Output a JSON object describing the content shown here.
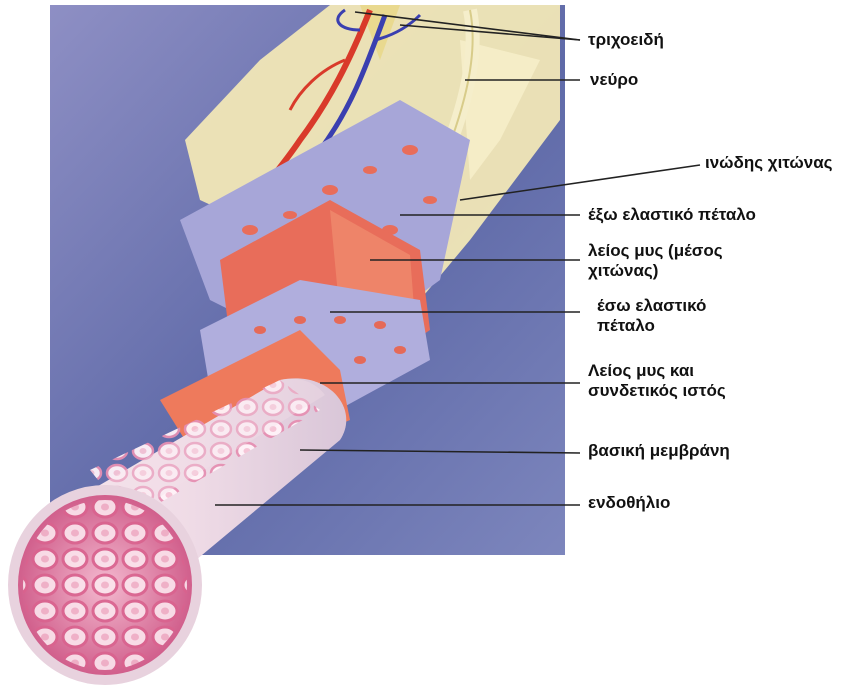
{
  "labels": {
    "capillaries": "τριχοειδή",
    "nerve": "νεύρο",
    "tunica_fibrosa": "ινώδης χιτώνας",
    "external_elastic_lamina": "έξω ελαστικό πέταλο",
    "smooth_muscle_media_1": "λείος μυς (μέσος",
    "smooth_muscle_media_2": "χιτώνας)",
    "internal_elastic_lamina_1": "έσω ελαστικό",
    "internal_elastic_lamina_2": "πέταλο",
    "smooth_muscle_connective_1": "Λείος μυς και",
    "smooth_muscle_connective_2": "συνδετικός ιστός",
    "basement_membrane": "βασική μεμβράνη",
    "endothelium": "ενδοθήλιο"
  },
  "colors": {
    "background_panel": "#6f78b0",
    "outer_tissue": "#f3e9b8",
    "muscle": "#e86d5a",
    "elastic_lamina": "#a7a6d8",
    "intima": "#f3dfe9",
    "endothelial_cell": "#f0a8c4",
    "vessels_artery": "#d93a2a",
    "vessels_vein": "#3a3fb0",
    "leader_line": "#222222"
  }
}
